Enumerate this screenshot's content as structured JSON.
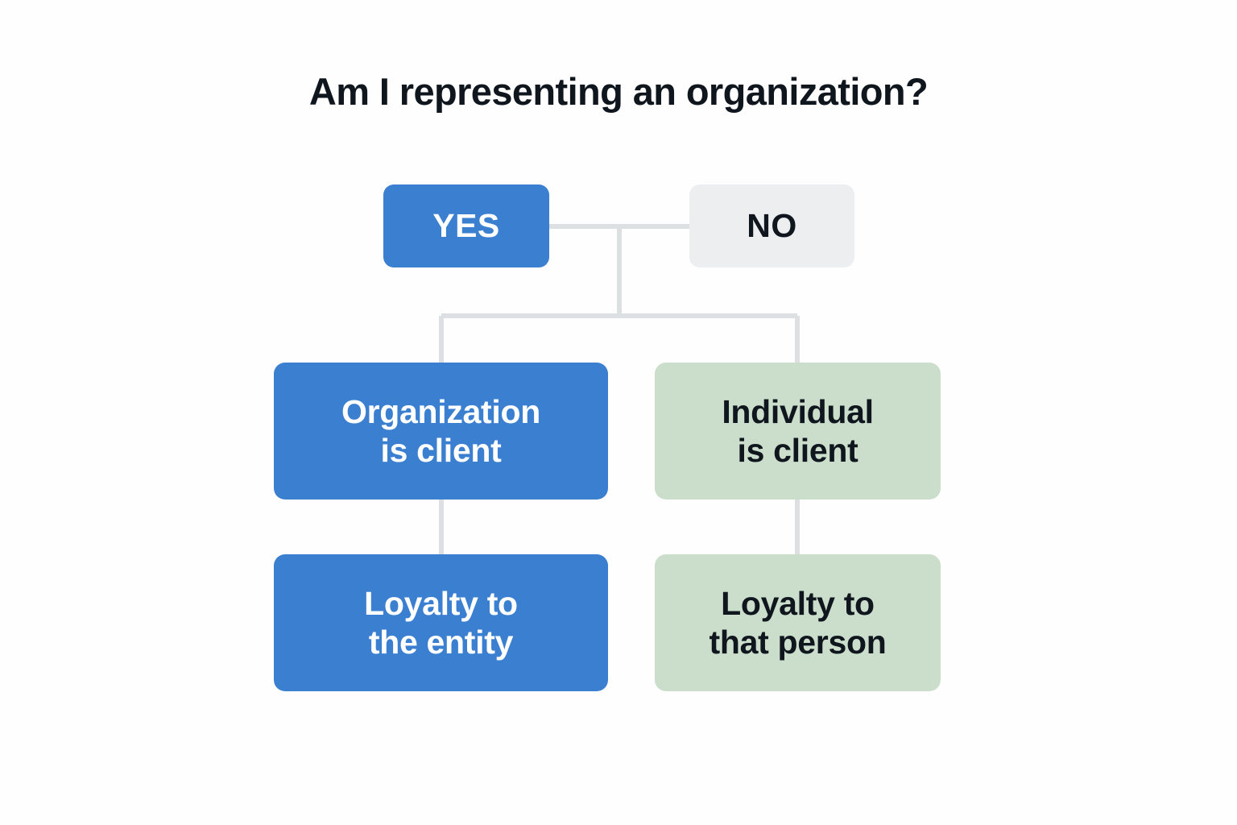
{
  "diagram": {
    "title": "Am I representing an organization?",
    "background_color": "#FEFEFE",
    "connector_color": "#DCE0E3",
    "palette": {
      "blue": "#3B7FD1",
      "green": "#CBDECB",
      "grey": "#ECEEF0",
      "text_dark": "#10161D",
      "text_light": "#FFFFFF"
    },
    "nodes": {
      "yes": {
        "label": "YES",
        "style": "blue"
      },
      "no": {
        "label": "NO",
        "style": "grey"
      },
      "organization_is_client": {
        "label": "Organization\nis client",
        "line1": "Organization",
        "line2": "is client",
        "style": "blue"
      },
      "individual_is_client": {
        "label": "Individual\nis client",
        "line1": "Individual",
        "line2": "is client",
        "style": "green"
      },
      "loyalty_to_entity": {
        "label": "Loyalty to\nthe entity",
        "line1": "Loyalty to",
        "line2": "the entity",
        "style": "blue"
      },
      "loyalty_to_person": {
        "label": "Loyalty to\nthat person",
        "line1": "Loyalty to",
        "line2": "that person",
        "style": "green"
      }
    },
    "edges": [
      {
        "from": "yes",
        "to": "no",
        "kind": "horizontal-sibling"
      },
      {
        "from": "decision-junction",
        "to": "organization_is_client",
        "kind": "branch-left"
      },
      {
        "from": "decision-junction",
        "to": "individual_is_client",
        "kind": "branch-right"
      },
      {
        "from": "organization_is_client",
        "to": "loyalty_to_entity",
        "kind": "vertical"
      },
      {
        "from": "individual_is_client",
        "to": "loyalty_to_person",
        "kind": "vertical"
      }
    ]
  }
}
